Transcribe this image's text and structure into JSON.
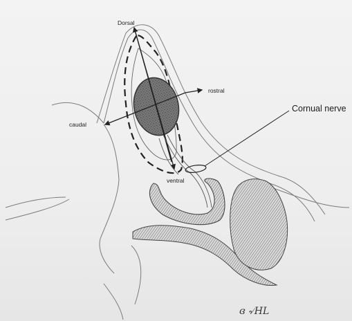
{
  "labels": {
    "dorsal": "Dorsal",
    "rostral": "rostral",
    "caudal": "caudal",
    "ventral": "ventral",
    "cornual_nerve": "Cornual nerve"
  },
  "signature": "ɞ ৵HL",
  "colors": {
    "paper": "#efefef",
    "pencil": "#6f6f6f",
    "ink": "#1c1c1c",
    "gland_fill": "#6a6a6a",
    "shading": "#3d3d3d"
  }
}
